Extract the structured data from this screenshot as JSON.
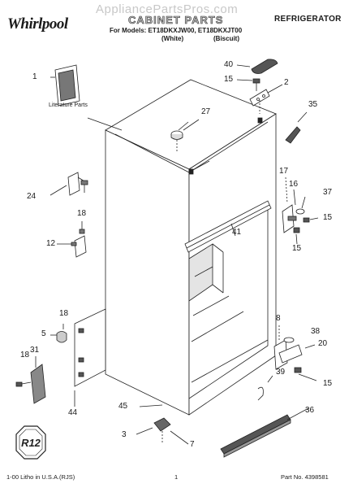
{
  "header": {
    "watermark": "AppliancePartsPros.com",
    "brand": "Whirlpool",
    "title": "CABINET PARTS",
    "section": "REFRIGERATOR",
    "models_line": "For Models: ET18DKXJW00, ET18DKXJT00",
    "variant_white": "(White)",
    "variant_biscuit": "(Biscuit)"
  },
  "diagram": {
    "literature_label": "Literature Parts",
    "callouts": {
      "c1": "1",
      "c40": "40",
      "c15a": "15",
      "c2": "2",
      "c35": "35",
      "c27": "27",
      "c24": "24",
      "c17": "17",
      "c16": "16",
      "c37": "37",
      "c15b": "15",
      "c18a": "18",
      "c12": "12",
      "c41": "41",
      "c15c": "15",
      "c18b": "18",
      "c5": "5",
      "c8": "8",
      "c38": "38",
      "c18c": "18",
      "c31": "31",
      "c20": "20",
      "c39": "39",
      "c15d": "15",
      "c44": "44",
      "c45": "45",
      "c36": "36",
      "c3": "3",
      "c7": "7"
    },
    "badge_text": "R12"
  },
  "footer": {
    "print_line": "1-00 Litho in U.S.A.(RJS)",
    "page": "1",
    "part_number": "Part No. 4398581"
  }
}
